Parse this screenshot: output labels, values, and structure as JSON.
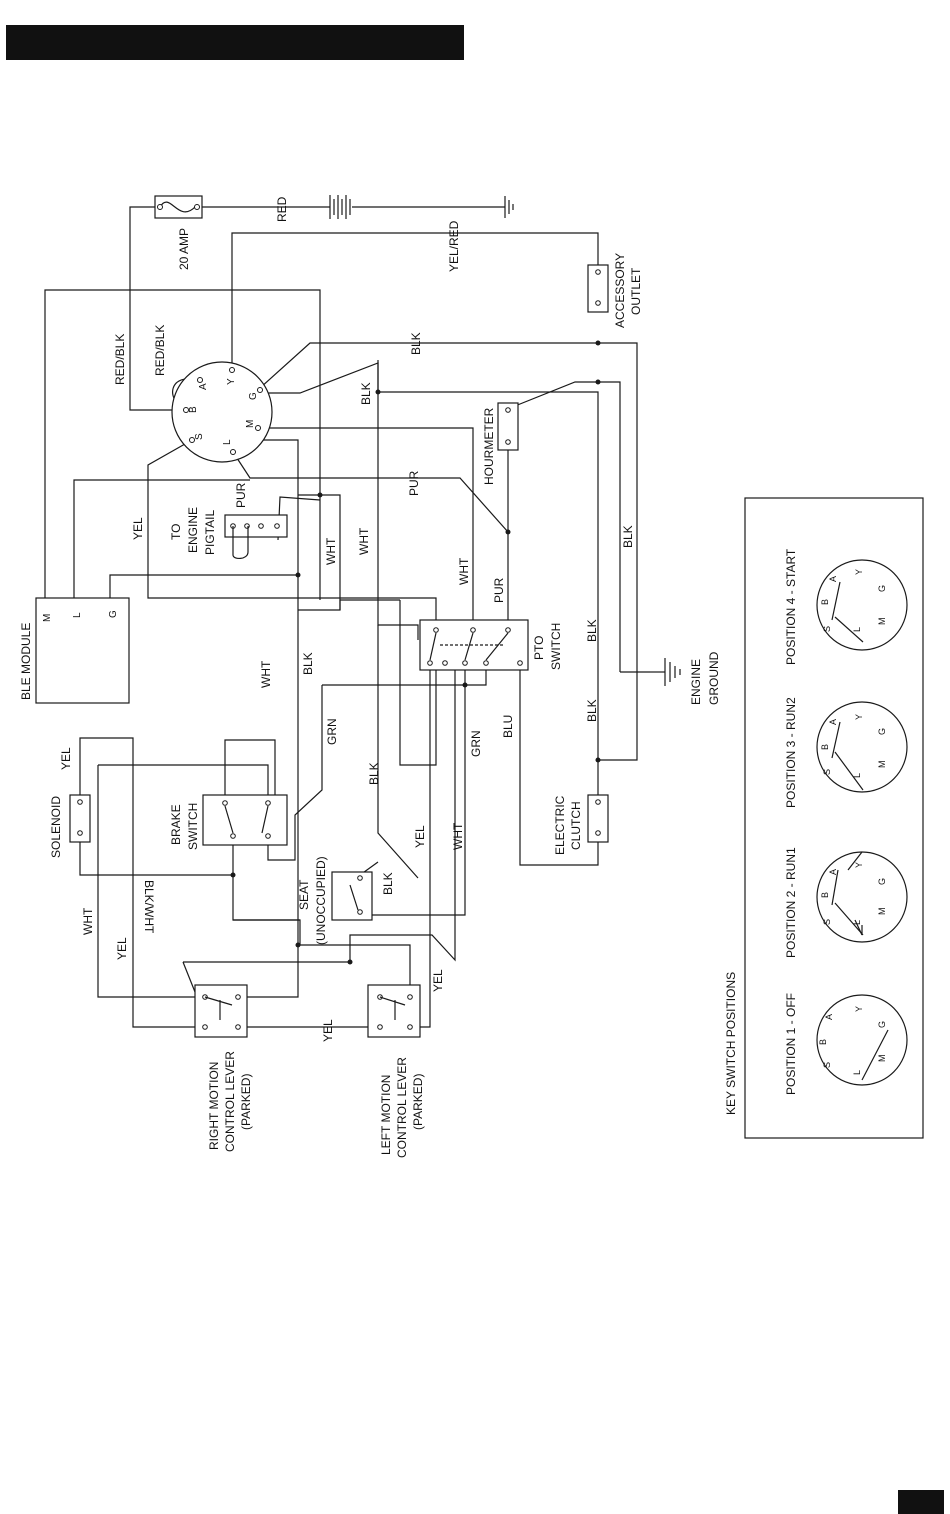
{
  "components": {
    "fuse": "20 AMP",
    "ble_module": {
      "title": "BLE MODULE",
      "pins": [
        "M",
        "L",
        "G"
      ]
    },
    "engine_pigtail": [
      "TO",
      "ENGINE",
      "PIGTAIL"
    ],
    "hourmeter": "HOURMETER",
    "accessory_outlet": [
      "ACCESSORY",
      "OUTLET"
    ],
    "pto_switch": [
      "PTO",
      "SWITCH"
    ],
    "engine_ground": [
      "ENGINE",
      "GROUND"
    ],
    "electric_clutch": [
      "ELECTRIC",
      "CLUTCH"
    ],
    "solenoid": "SOLENOID",
    "brake_switch": [
      "BRAKE",
      "SWITCH"
    ],
    "seat": [
      "SEAT",
      "(UNOCCUPIED)"
    ],
    "right_lever": [
      "RIGHT MOTION",
      "CONTROL LEVER",
      "(PARKED)"
    ],
    "left_lever": [
      "LEFT MOTION",
      "CONTROL LEVER",
      "(PARKED)"
    ],
    "key_switch_pins": [
      "S",
      "B",
      "A",
      "Y",
      "G",
      "M",
      "L"
    ]
  },
  "wires": {
    "red": "RED",
    "red_blk_1": "RED/BLK",
    "red_blk_2": "RED/BLK",
    "yel_red": "YEL/RED",
    "blk_top": "BLK",
    "blk_hour": "BLK",
    "pur_hour": "PUR",
    "pur_pigtail": "PUR",
    "yel_ble": "YEL",
    "wht_1": "WHT",
    "wht_2": "WHT",
    "wht_pto": "WHT",
    "pur_pto": "PUR",
    "blk_ground": "BLK",
    "blk_pto": "BLK",
    "wht_brake": "WHT",
    "blk_brake": "BLK",
    "grn_1": "GRN",
    "grn_2": "GRN",
    "blu": "BLU",
    "blk_clutch": "BLK",
    "yel_sol": "YEL",
    "blk_mid": "BLK",
    "blk_wht": "BLK/WHT",
    "yel_mid": "YEL",
    "wht_mid": "WHT",
    "blk_seat": "BLK",
    "wht_left": "WHT",
    "yel_left": "YEL",
    "yel_levers": "YEL",
    "yel_bottom": "YEL"
  },
  "key_positions": {
    "title": "KEY SWITCH POSITIONS",
    "positions": [
      {
        "label": "POSITION 1 - OFF"
      },
      {
        "label": "POSITION 2 - RUN1"
      },
      {
        "label": "POSITION 3 - RUN2"
      },
      {
        "label": "POSITION 4 - START"
      }
    ]
  }
}
